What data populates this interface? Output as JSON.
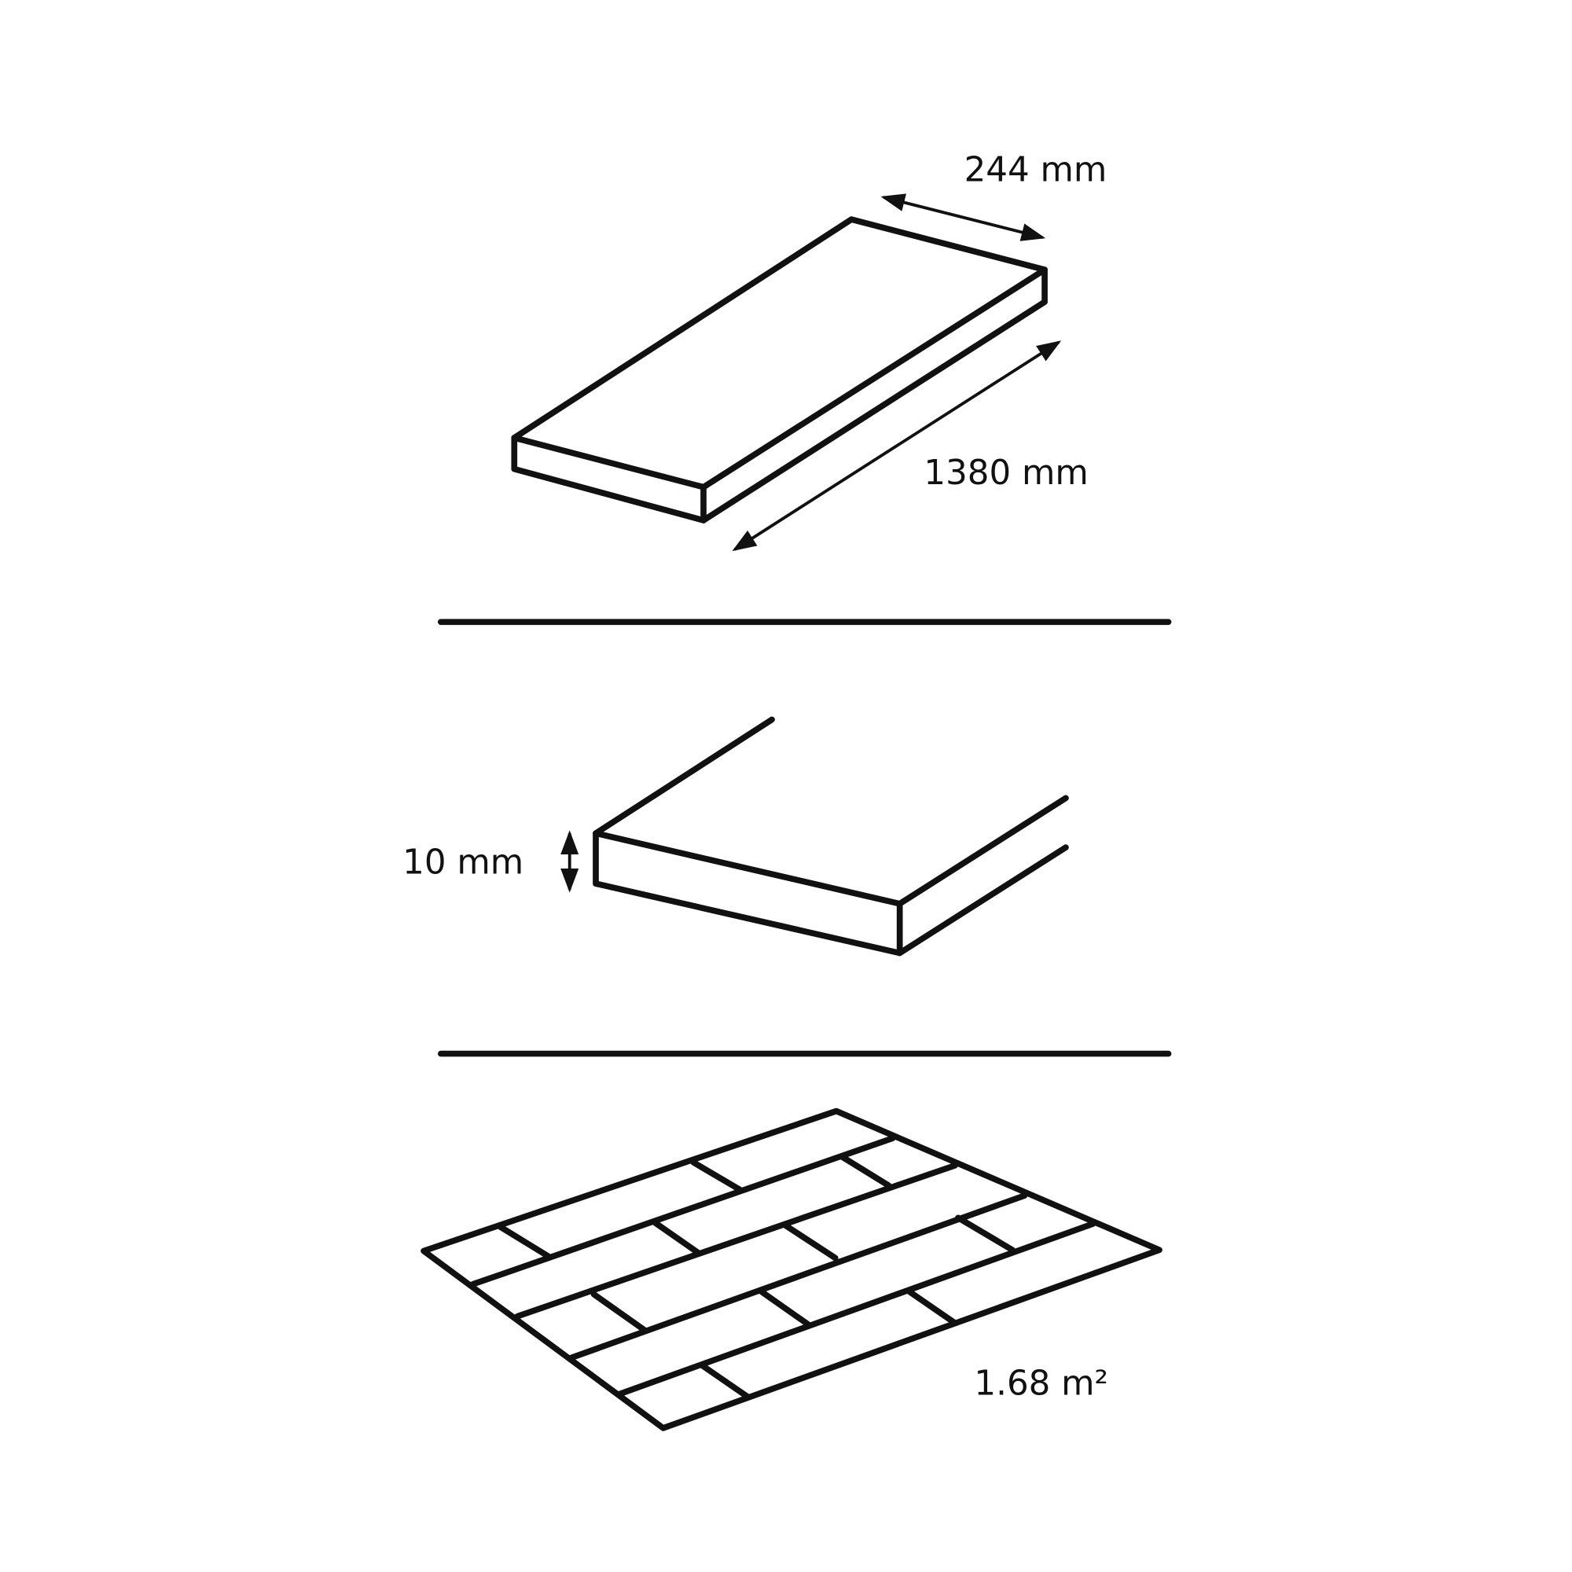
{
  "labels": {
    "width": "244 mm",
    "length": "1380 mm",
    "thickness": "10 mm",
    "area": "1.68 m²"
  },
  "colors": {
    "stroke": "#111111",
    "background": "#ffffff"
  }
}
